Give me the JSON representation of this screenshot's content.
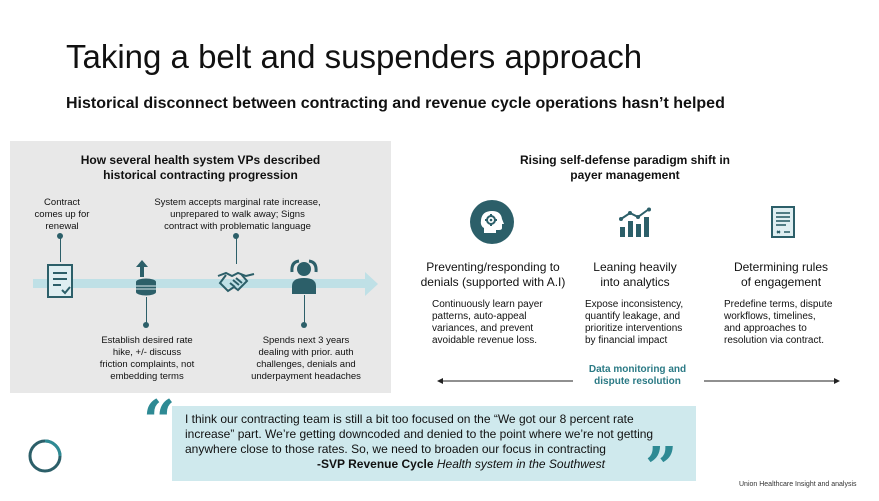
{
  "title": "Taking a belt and suspenders approach",
  "subtitle": "Historical disconnect between contracting and revenue cycle operations hasn’t helped",
  "left_panel": {
    "heading_line1": "How several health system VPs described",
    "heading_line2": "historical contracting progression",
    "steps_top": [
      {
        "lines": [
          "Contract",
          "comes up for",
          "renewal"
        ],
        "icon": "contract-document-icon"
      },
      {
        "lines": [
          "System accepts marginal rate increase,",
          "unprepared to walk away; Signs",
          "contract with problematic language"
        ],
        "icon": "handshake-icon"
      }
    ],
    "steps_bottom": [
      {
        "lines": [
          "Establish desired rate",
          "hike, +/- discuss",
          "friction complaints, not",
          "embedding terms"
        ],
        "icon": "coins-arrow-up-icon"
      },
      {
        "lines": [
          "Spends next 3 years",
          "dealing with prior. auth",
          "challenges, denials and",
          "underpayment headaches"
        ],
        "icon": "stressed-person-icon"
      }
    ]
  },
  "right_side": {
    "heading_line1": "Rising self-defense paradigm shift in",
    "heading_line2": "payer management",
    "columns": [
      {
        "title_lines": [
          "Preventing/responding to",
          "denials (supported with A.I)"
        ],
        "body_lines": [
          "Continuously learn payer",
          "patterns, auto-appeal",
          "variances, and prevent",
          "avoidable revenue loss."
        ],
        "icon": "ai-head-gear-icon"
      },
      {
        "title_lines": [
          "Leaning heavily",
          "into analytics"
        ],
        "body_lines": [
          "Expose inconsistency,",
          "quantify leakage, and",
          "prioritize interventions",
          "by financial impact"
        ],
        "icon": "analytics-chart-icon"
      },
      {
        "title_lines": [
          "Determining rules",
          "of engagement"
        ],
        "body_lines": [
          "Predefine terms, dispute",
          "workflows, timelines,",
          "and approaches to",
          "resolution via contract."
        ],
        "icon": "contract-terms-icon"
      }
    ],
    "data_monitoring_line1": "Data monitoring and",
    "data_monitoring_line2": "dispute resolution"
  },
  "quote": {
    "line1": "I think our contracting team is still a bit too focused on the “We got our 8 percent rate",
    "line2": "increase” part. We’re getting downcoded and denied to the point where we’re not getting",
    "line3": "anywhere close to those rates. So, we need to broaden our focus in contracting",
    "attribution": "-SVP Revenue Cycle",
    "attribution_source": "Health system in the Southwest",
    "open_mark": "“",
    "close_mark": "”"
  },
  "footer_note": "Union Healthcare Insight and analysis",
  "colors": {
    "teal_dark": "#2c5f69",
    "teal_accent": "#2b7a85",
    "quote_bg": "#cfe9ed",
    "panel_bg": "#e8e8e8",
    "arrow_band": "#bfe0e6"
  }
}
